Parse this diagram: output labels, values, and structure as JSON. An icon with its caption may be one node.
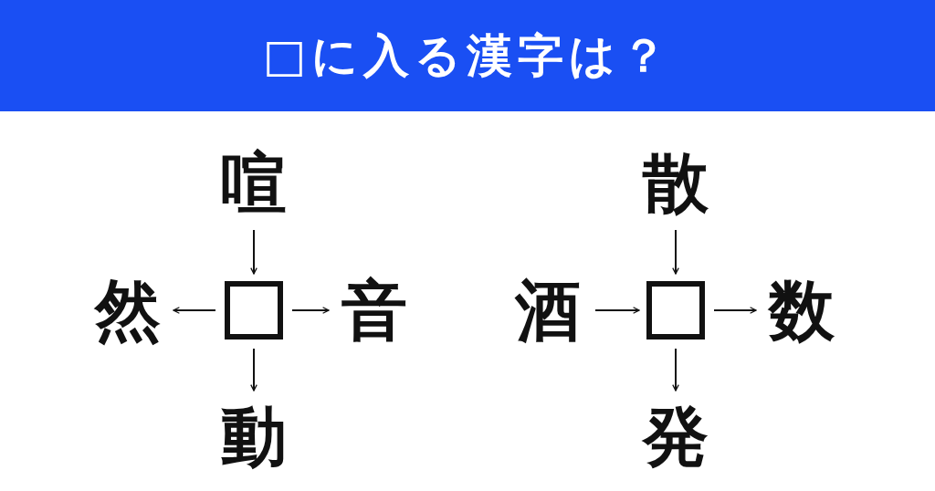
{
  "diagram": {
    "title": "□に入る漢字は？",
    "nodes": [
      {
        "text": [
          "喧"
        ]
      },
      {
        "text": [
          "散"
        ]
      },
      {
        "text": [
          "然"
        ]
      },
      {
        "text": [],
        "shape": "box"
      },
      {
        "text": [
          "音"
        ]
      },
      {
        "text": [
          "酒"
        ]
      },
      {
        "text": [],
        "shape": "box"
      },
      {
        "text": [
          "数"
        ]
      },
      {
        "text": [
          "動"
        ]
      },
      {
        "text": [
          "発"
        ]
      }
    ],
    "edges": [
      {
        "from": 0,
        "to": 3,
        "arrow": "to"
      },
      {
        "from": 3,
        "to": 2,
        "arrow": "to"
      },
      {
        "from": 3,
        "to": 4,
        "arrow": "to"
      },
      {
        "from": 3,
        "to": 8,
        "arrow": "to"
      },
      {
        "from": 1,
        "to": 6,
        "arrow": "to"
      },
      {
        "from": 5,
        "to": 6,
        "arrow": "to"
      },
      {
        "from": 6,
        "to": 7,
        "arrow": "to"
      },
      {
        "from": 6,
        "to": 9,
        "arrow": "to"
      }
    ]
  }
}
